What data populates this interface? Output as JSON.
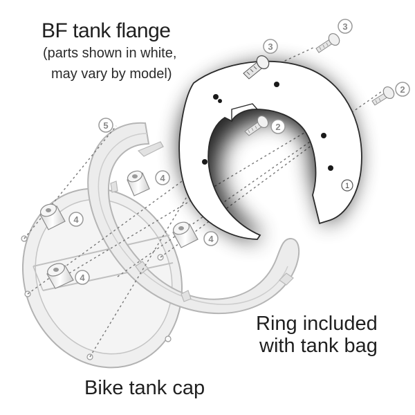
{
  "flange": {
    "title": "BF tank flange",
    "note_line1": "(parts shown in white,",
    "note_line2": "may vary by model)"
  },
  "ring": {
    "line1": "Ring included",
    "line2": "with tank bag"
  },
  "cap": {
    "label": "Bike tank cap"
  },
  "callouts": {
    "screw_top_right": "3",
    "screw_on_flange": "3",
    "screw_right": "2",
    "screw_middle": "2",
    "flange_marker": "1",
    "ring_part": "5",
    "spacer_upper": "4",
    "spacer_left": "4",
    "spacer_lower_left": "4",
    "spacer_center": "4"
  },
  "colors": {
    "line": "#7a7a7a",
    "ghost_fill": "#eeeeee",
    "ghost_stroke": "#b5b5b5",
    "text": "#1f1f1f"
  }
}
